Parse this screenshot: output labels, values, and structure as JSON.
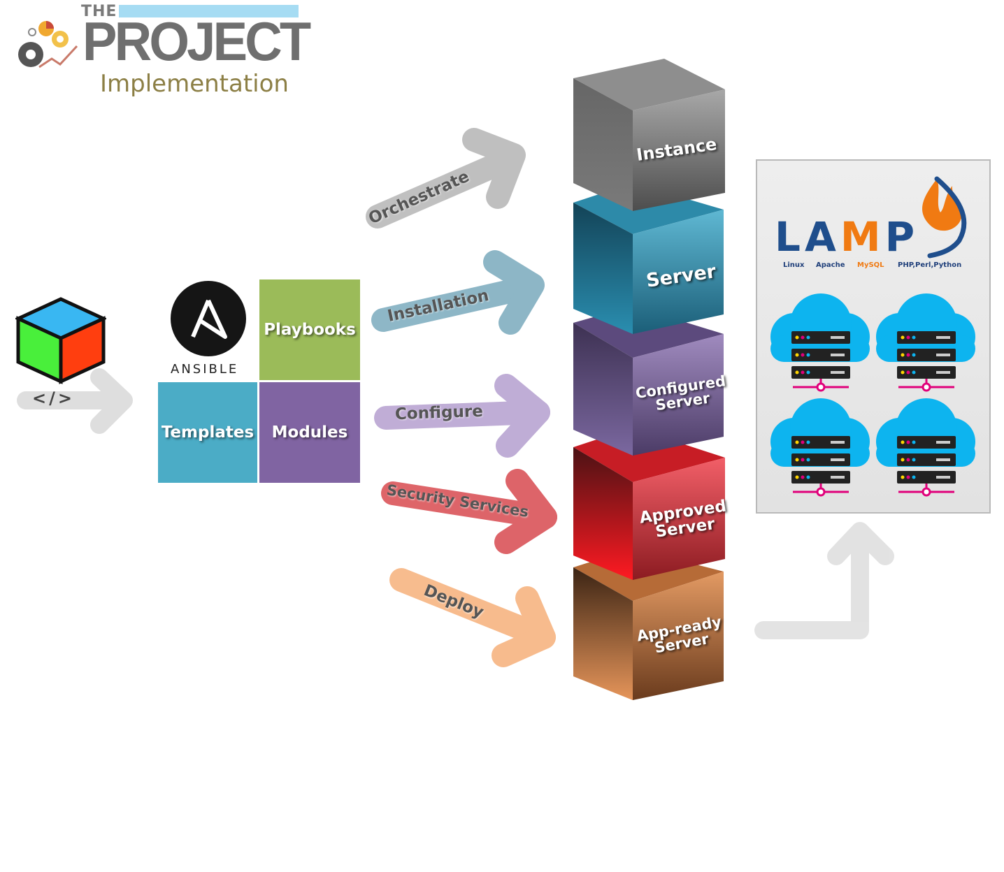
{
  "logo": {
    "the": "THE",
    "project": "PROJECT",
    "subtitle": "Implementation"
  },
  "code_arrow_label": "</>",
  "ansible": {
    "logo_text": "ANSIBLE",
    "tiles": [
      "Playbooks",
      "Templates",
      "Modules"
    ]
  },
  "arrows": [
    {
      "label": "Orchestrate",
      "color": "#b5b5b5"
    },
    {
      "label": "Installation",
      "color": "#7aaabd"
    },
    {
      "label": "Configure",
      "color": "#b59fcf"
    },
    {
      "label": "Security Services",
      "color": "#d84a4f"
    },
    {
      "label": "Deploy",
      "color": "#f6b07a"
    }
  ],
  "cubes": [
    {
      "line1": "Instance",
      "line2": "",
      "color": "#7a7a7a"
    },
    {
      "line1": "Server",
      "line2": "",
      "color": "#2f8cab"
    },
    {
      "line1": "Configured",
      "line2": "Server",
      "color": "#6d5a8e"
    },
    {
      "line1": "Approved",
      "line2": "Server",
      "color": "#d8202a"
    },
    {
      "line1": "App-ready",
      "line2": "Server",
      "color": "#c7783f"
    }
  ],
  "lamp": {
    "letters": [
      "L",
      "A",
      "M",
      "P"
    ],
    "components": [
      "Linux",
      "Apache",
      "MySQL",
      "PHP,Perl,Python"
    ],
    "brand_color": "#1f4e8c",
    "accent_color": "#f07a12"
  }
}
